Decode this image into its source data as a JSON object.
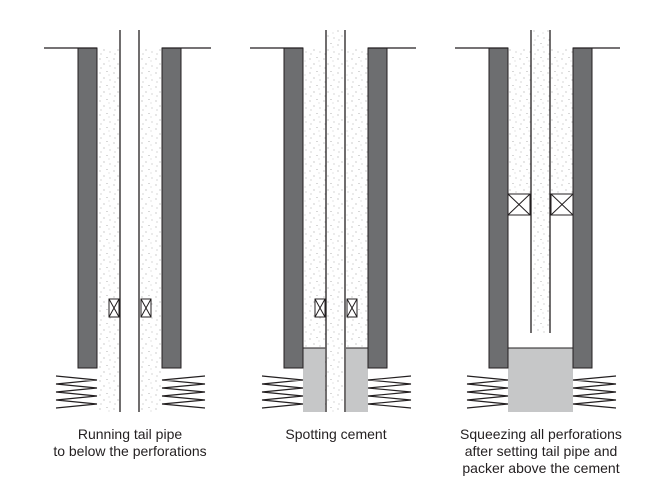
{
  "panels": [
    {
      "id": "panel-1",
      "caption_lines": [
        "Running tail pipe",
        "to below the perforations"
      ]
    },
    {
      "id": "panel-2",
      "caption_lines": [
        "Spotting cement"
      ]
    },
    {
      "id": "panel-3",
      "caption_lines": [
        "Squeezing all perforations",
        "after setting tail pipe and",
        "packer above the cement"
      ]
    }
  ],
  "colors": {
    "casing": "#6d6e70",
    "cement": "#c6c7c8",
    "fluid_speckle": "#9a9a9a",
    "line": "#231f20",
    "background": "#ffffff"
  }
}
